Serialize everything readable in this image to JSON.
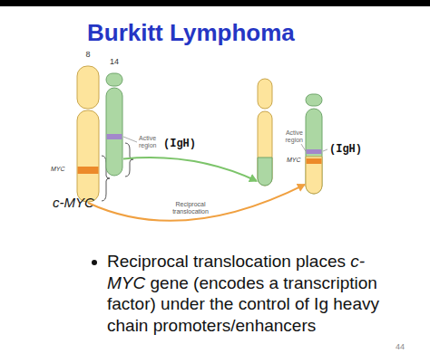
{
  "diagram": {
    "title": "Burkitt Lymphoma",
    "nodes": [
      {
        "text": [
          "8",
          "MYC",
          "c-MYC"
        ]
      },
      {
        "text": [
          "14",
          "Active region",
          "(IgH)"
        ]
      },
      {
        "text": []
      },
      {
        "text": [
          "Active region",
          "MYC",
          "(IgH)"
        ]
      }
    ],
    "edges": [
      {
        "from": 1,
        "to": 2,
        "arrow": "to"
      },
      {
        "from": 0,
        "to": 3,
        "label": "Reciprocal translocation",
        "arrow": "to"
      }
    ],
    "labels": [
      "Reciprocal translocation places c-MYC gene (encodes a transcription factor) under the control of Ig heavy chain promoters/enhancers",
      "44"
    ]
  }
}
